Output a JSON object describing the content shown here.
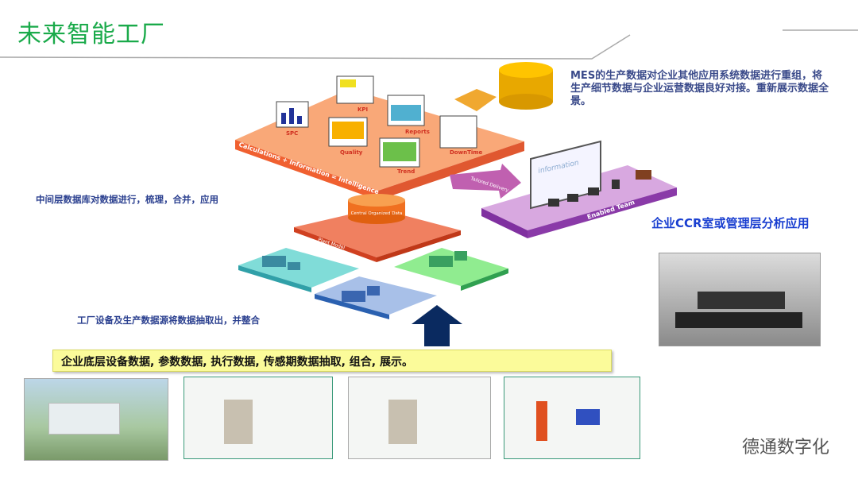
{
  "title": "未来智能工厂",
  "notes": {
    "mes": "MES的生产数据对企业其他应用系统数据进行重组，将生产细节数据与企业运营数据良好对接。重新展示数据全景。",
    "middle": "中间层数据库对数据进行，梳理，合并，应用",
    "source": "工厂设备及生产数据源将数据抽取出，并整合",
    "ccr": "企业CCR室或管理层分析应用",
    "banner": "企业底层设备数据, 参数数据, 执行数据, 传感期数据抽取, 组合, 展示。"
  },
  "diagram": {
    "top_layer": "Calculations + Information = Intelligence",
    "screens": [
      "SPC",
      "KPI",
      "Quality",
      "Reports",
      "Trend",
      "DownTime"
    ],
    "central": "Central Organized Data",
    "plant_model": "Plant Model",
    "team": "Enabled Team",
    "delivery": "Tailored Delivery",
    "info_screen": "information"
  },
  "watermark": "德通数字化",
  "colors": {
    "title": "#1aaa4a",
    "orange": "#f4a070",
    "purple": "#c890d0",
    "banner": "#fbfb9a"
  }
}
